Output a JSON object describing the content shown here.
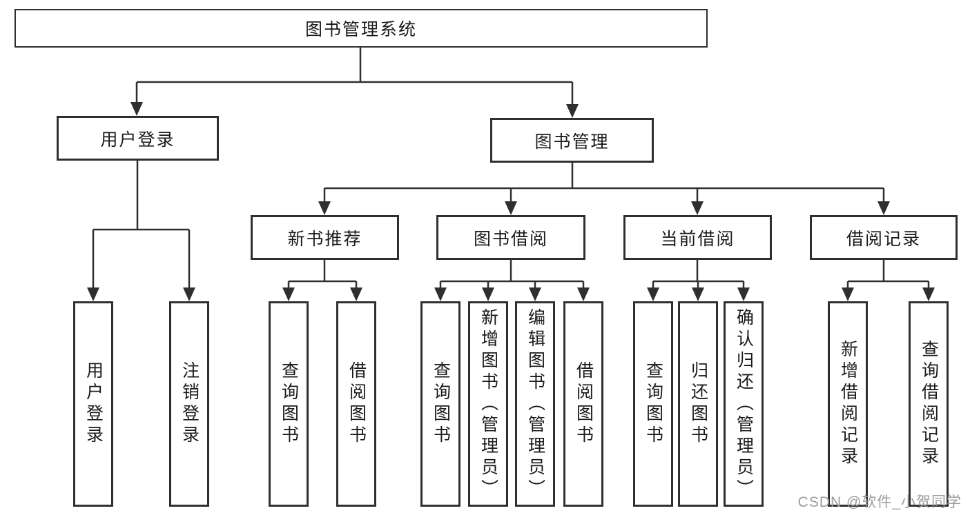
{
  "diagram": {
    "type": "hierarchy-tree",
    "watermark": "CSDN @软件_小贺同学",
    "colors": {
      "background": "#ffffff",
      "box_border": "#2f2f2f",
      "connector_line": "#2f2f2f",
      "node_text": "#1b1b1b",
      "watermark_text": "#9c9c9c"
    },
    "tree": {
      "root": {
        "label": "图书管理系统"
      },
      "branches": [
        {
          "label": "用户登录",
          "children": [
            {
              "label": "用户登录"
            },
            {
              "label": "注销登录"
            }
          ]
        },
        {
          "label": "图书管理",
          "children": [
            {
              "label": "新书推荐",
              "children": [
                {
                  "label": "查询图书"
                },
                {
                  "label": "借阅图书"
                }
              ]
            },
            {
              "label": "图书借阅",
              "children": [
                {
                  "label": "查询图书"
                },
                {
                  "label": "新增图书（管理员）"
                },
                {
                  "label": "编辑图书（管理员）"
                },
                {
                  "label": "借阅图书"
                }
              ]
            },
            {
              "label": "当前借阅",
              "children": [
                {
                  "label": "查询图书"
                },
                {
                  "label": "归还图书"
                },
                {
                  "label": "确认归还（管理员）"
                }
              ]
            },
            {
              "label": "借阅记录",
              "children": [
                {
                  "label": "新增借阅记录"
                },
                {
                  "label": "查询借阅记录"
                }
              ]
            }
          ]
        }
      ]
    }
  }
}
